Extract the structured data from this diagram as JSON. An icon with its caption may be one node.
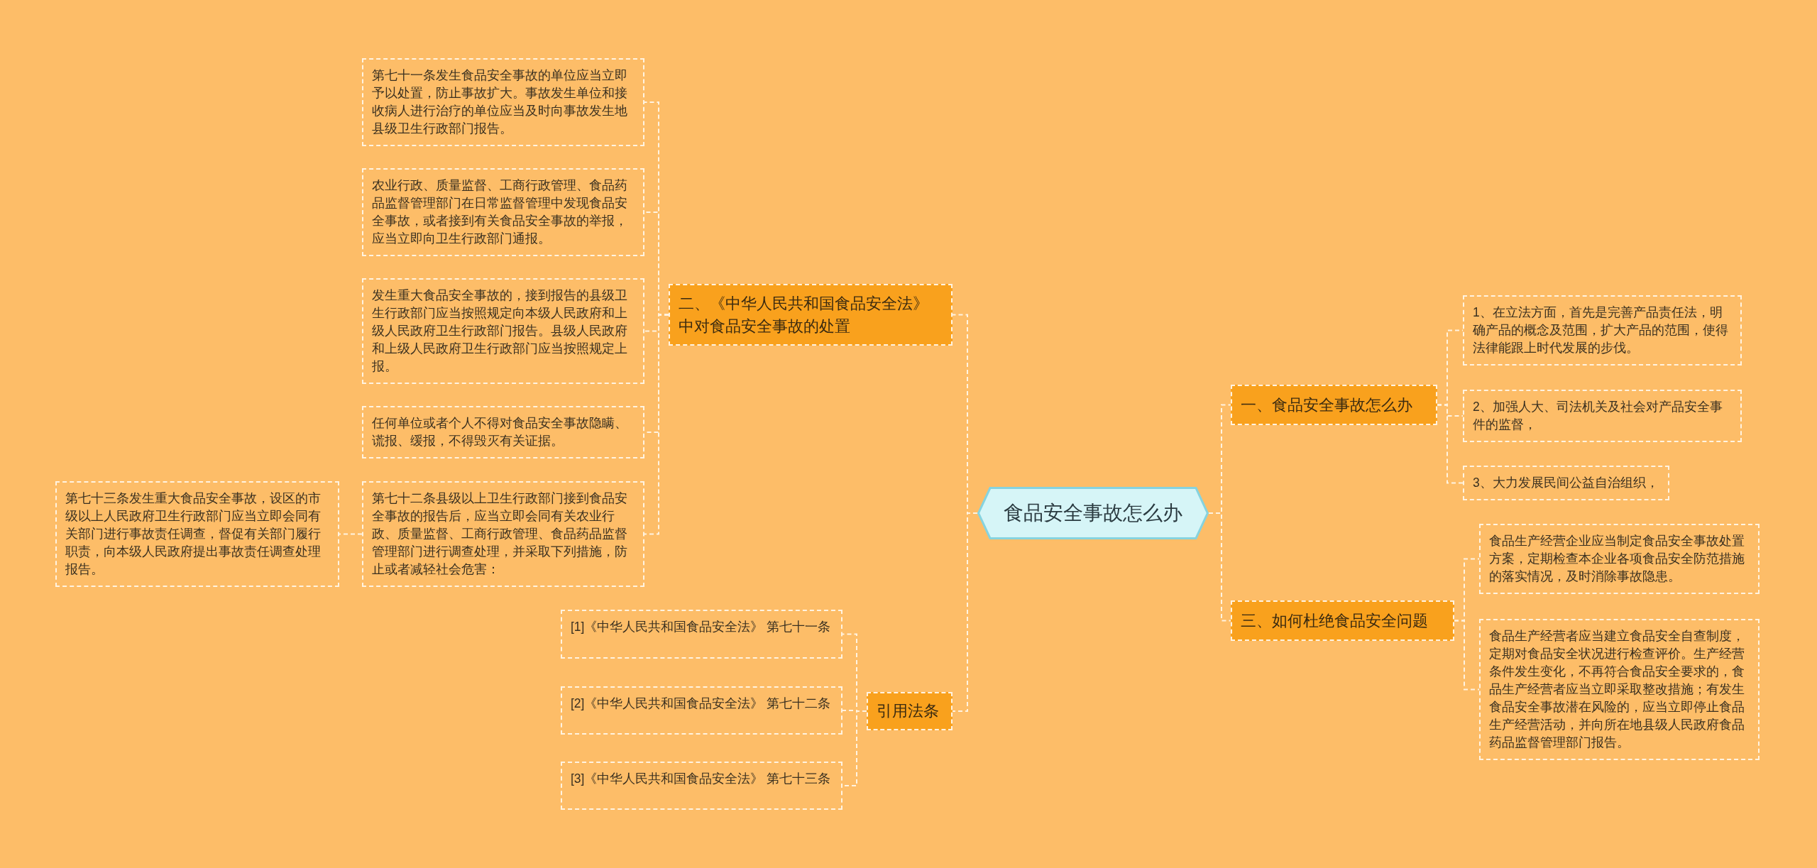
{
  "diagram": {
    "nodes": [
      {
        "text": [
          "食品安全事故怎么办"
        ]
      },
      {
        "text": [
          "二、《中华人民共和国食品安全法》中对食品安全事故的处置"
        ]
      },
      {
        "text": [
          "第七十一条发生食品安全事故的单位应当立即予以处置，防止事故扩大。事故发生单位和接收病人进行治疗的单位应当及时向事故发生地县级卫生行政部门报告。"
        ]
      },
      {
        "text": [
          "农业行政、质量监督、工商行政管理、食品药品监督管理部门在日常监督管理中发现食品安全事故，或者接到有关食品安全事故的举报，应当立即向卫生行政部门通报。"
        ]
      },
      {
        "text": [
          "发生重大食品安全事故的，接到报告的县级卫生行政部门应当按照规定向本级人民政府和上级人民政府卫生行政部门报告。县级人民政府和上级人民政府卫生行政部门应当按照规定上报。"
        ]
      },
      {
        "text": [
          "任何单位或者个人不得对食品安全事故隐瞒、谎报、缓报，不得毁灭有关证据。"
        ]
      },
      {
        "text": [
          "第七十二条县级以上卫生行政部门接到食品安全事故的报告后，应当立即会同有关农业行政、质量监督、工商行政管理、食品药品监督管理部门进行调查处理，并采取下列措施，防止或者减轻社会危害："
        ]
      },
      {
        "text": [
          "第七十三条发生重大食品安全事故，设区的市级以上人民政府卫生行政部门应当立即会同有关部门进行事故责任调查，督促有关部门履行职责，向本级人民政府提出事故责任调查处理报告。"
        ]
      },
      {
        "text": [
          "引用法条"
        ]
      },
      {
        "text": [
          "[1]《中华人民共和国食品安全法》 第七十一条"
        ]
      },
      {
        "text": [
          "[2]《中华人民共和国食品安全法》 第七十二条"
        ]
      },
      {
        "text": [
          "[3]《中华人民共和国食品安全法》 第七十三条"
        ]
      },
      {
        "text": [
          "一、食品安全事故怎么办"
        ]
      },
      {
        "text": [
          "1、在立法方面，首先是完善产品责任法，明确产品的概念及范围，扩大产品的范围，使得法律能跟上时代发展的步伐。"
        ]
      },
      {
        "text": [
          "2、加强人大、司法机关及社会对产品安全事件的监督，"
        ]
      },
      {
        "text": [
          "3、大力发展民间公益自治组织，"
        ]
      },
      {
        "text": [
          "三、如何杜绝食品安全问题"
        ]
      },
      {
        "text": [
          "食品生产经营企业应当制定食品安全事故处置方案，定期检查本企业各项食品安全防范措施的落实情况，及时消除事故隐患。"
        ]
      },
      {
        "text": [
          "食品生产经营者应当建立食品安全自查制度，定期对食品安全状况进行检查评价。生产经营条件发生变化，不再符合食品安全要求的，食品生产经营者应当立即采取整改措施；有发生食品安全事故潜在风险的，应当立即停止食品生产经营活动，并向所在地县级人民政府食品药品监督管理部门报告。"
        ]
      }
    ],
    "edges": [
      {
        "from": 0,
        "to": 1,
        "arrow": "none"
      },
      {
        "from": 0,
        "to": 8,
        "arrow": "none"
      },
      {
        "from": 0,
        "to": 12,
        "arrow": "none"
      },
      {
        "from": 0,
        "to": 16,
        "arrow": "none"
      },
      {
        "from": 1,
        "to": 2,
        "arrow": "none"
      },
      {
        "from": 1,
        "to": 3,
        "arrow": "none"
      },
      {
        "from": 1,
        "to": 4,
        "arrow": "none"
      },
      {
        "from": 1,
        "to": 5,
        "arrow": "none"
      },
      {
        "from": 1,
        "to": 6,
        "arrow": "none"
      },
      {
        "from": 6,
        "to": 7,
        "arrow": "none"
      },
      {
        "from": 8,
        "to": 9,
        "arrow": "none"
      },
      {
        "from": 8,
        "to": 10,
        "arrow": "none"
      },
      {
        "from": 8,
        "to": 11,
        "arrow": "none"
      },
      {
        "from": 12,
        "to": 13,
        "arrow": "none"
      },
      {
        "from": 12,
        "to": 14,
        "arrow": "none"
      },
      {
        "from": 12,
        "to": 15,
        "arrow": "none"
      },
      {
        "from": 16,
        "to": 17,
        "arrow": "none"
      },
      {
        "from": 16,
        "to": 18,
        "arrow": "none"
      }
    ]
  }
}
